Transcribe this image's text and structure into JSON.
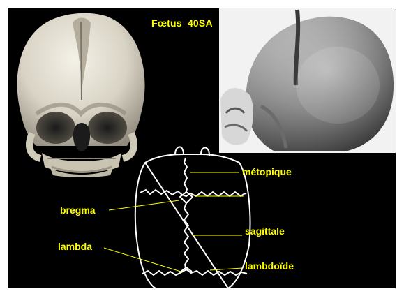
{
  "title": "Fœtus  40SA",
  "colors": {
    "background": "#000000",
    "text": "#ffff00",
    "leader_line": "#ffff00",
    "drawing_line": "#ffffff"
  },
  "labels": {
    "metopique": "métopique",
    "bregma": "bregma",
    "sagittale": "sagittale",
    "lambda": "lambda",
    "lambdoide": "lambdoïde"
  }
}
